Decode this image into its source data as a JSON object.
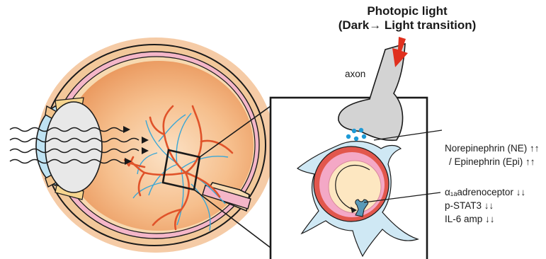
{
  "title": {
    "line1": "Photopic light",
    "line2": "(Dark→ Light transition)"
  },
  "labels": {
    "axon": "axon",
    "ne_line1": "Norepinephrin (NE) ↑↑",
    "ne_line2": "/ Epinephrin (Epi) ↑↑",
    "receptor_line1": "α₁ₐadrenoceptor ↓↓",
    "receptor_line2": "p-STAT3 ↓↓",
    "receptor_line3": "IL-6 amp ↓↓"
  },
  "colors": {
    "light_arrow": "#e0301e",
    "vessel": "#e0532a",
    "nerve_fiber": "#3aa7d6",
    "sclera": "#f2c89a",
    "eye_interior": "#f1a76a",
    "choroid_pink": "#f4b6c8",
    "lens": "#e8e8e8",
    "cornea": "#bfe3f3",
    "axon_fill": "#d3d3d3",
    "vesicles": "#1e9ad6",
    "cell_outer": "#cfe8f4",
    "cell_red": "#e2574d",
    "cell_pink": "#f4a8c6",
    "cell_core": "#fde7c1",
    "receptor": "#5a9ab8"
  }
}
